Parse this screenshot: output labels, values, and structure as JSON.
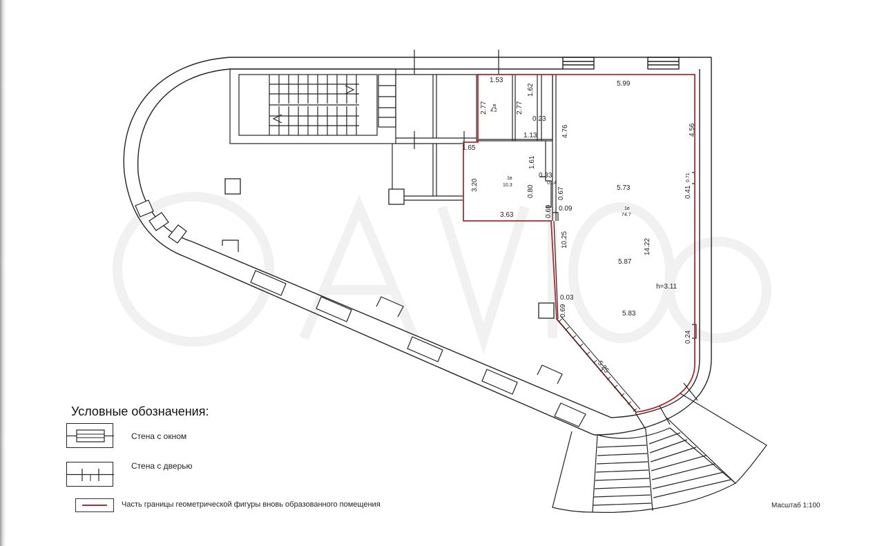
{
  "legend": {
    "title": "Условные обозначения:",
    "window_wall": "Стена с окном",
    "door_wall": "Стена с дверью",
    "red_line": "Часть границы геометрической фигуры вновь образованного помещения"
  },
  "scale": "Масштаб 1:100",
  "dimensions": {
    "d_1_53": "1.53",
    "d_1_62": "1.62",
    "d_5_99": "5.99",
    "d_2_77_a": "2.77",
    "d_2_77_b": "2.77",
    "d_0_23": "0.23",
    "d_4_76": "4.76",
    "d_4_56": "4.56",
    "d_1_13": "1.13",
    "d_1_65": "1.65",
    "d_1_61": "1.61",
    "d_3_20": "3.20",
    "d_0_80": "0.80",
    "d_0_33": "0.33",
    "d_0_14": "0.14",
    "d_0_67": "0.67",
    "d_0_69_a": "0.69",
    "d_0_09": "0.09",
    "d_3_63": "3.63",
    "d_10_25": "10.25",
    "d_5_73": "5.73",
    "d_0_41": "0.41",
    "d_0_71": "0.71",
    "d_14_22": "14.22",
    "d_5_87": "5.87",
    "d_h": "h=3.11",
    "d_0_03": "0.03",
    "d_0_69_b": "0.69",
    "d_5_83": "5.83",
    "d_0_24": "0.24",
    "d_5_25": "5.25"
  },
  "rooms": {
    "r1_num": "1в",
    "r1_area": "4.2",
    "r2_num": "1в",
    "r2_area": "10.3",
    "r3_num": "1е",
    "r3_area": "74.7"
  },
  "colors": {
    "wall": "#222222",
    "red_boundary": "#b3282c",
    "watermark": "#f1f1f1"
  }
}
